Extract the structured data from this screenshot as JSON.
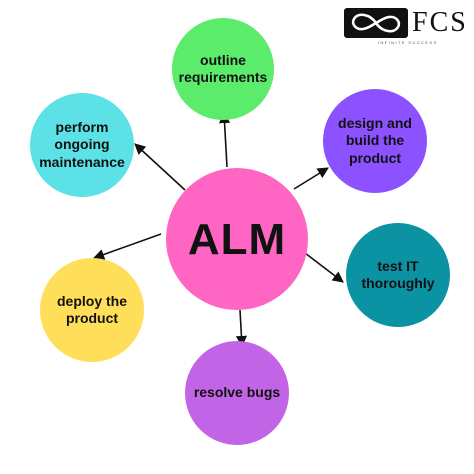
{
  "diagram": {
    "center": {
      "label": "ALM",
      "color": "#ff66c4"
    },
    "nodes": [
      {
        "lines": [
          "outline",
          "requirements"
        ],
        "color": "#5cec6b"
      },
      {
        "lines": [
          "design and",
          "build the",
          "product"
        ],
        "color": "#8c52ff"
      },
      {
        "lines": [
          "test IT",
          "thoroughly"
        ],
        "color": "#0b93a4"
      },
      {
        "lines": [
          "resolve bugs"
        ],
        "color": "#c264e6"
      },
      {
        "lines": [
          "deploy the",
          "product"
        ],
        "color": "#ffde59"
      },
      {
        "lines": [
          "perform",
          "ongoing",
          "maintenance"
        ],
        "color": "#5ce1e6"
      }
    ],
    "arrow_color": "#111111"
  },
  "logo": {
    "text": "FCS",
    "tagline": "INFINITE SUCCESS",
    "icon": "infinity-icon"
  }
}
